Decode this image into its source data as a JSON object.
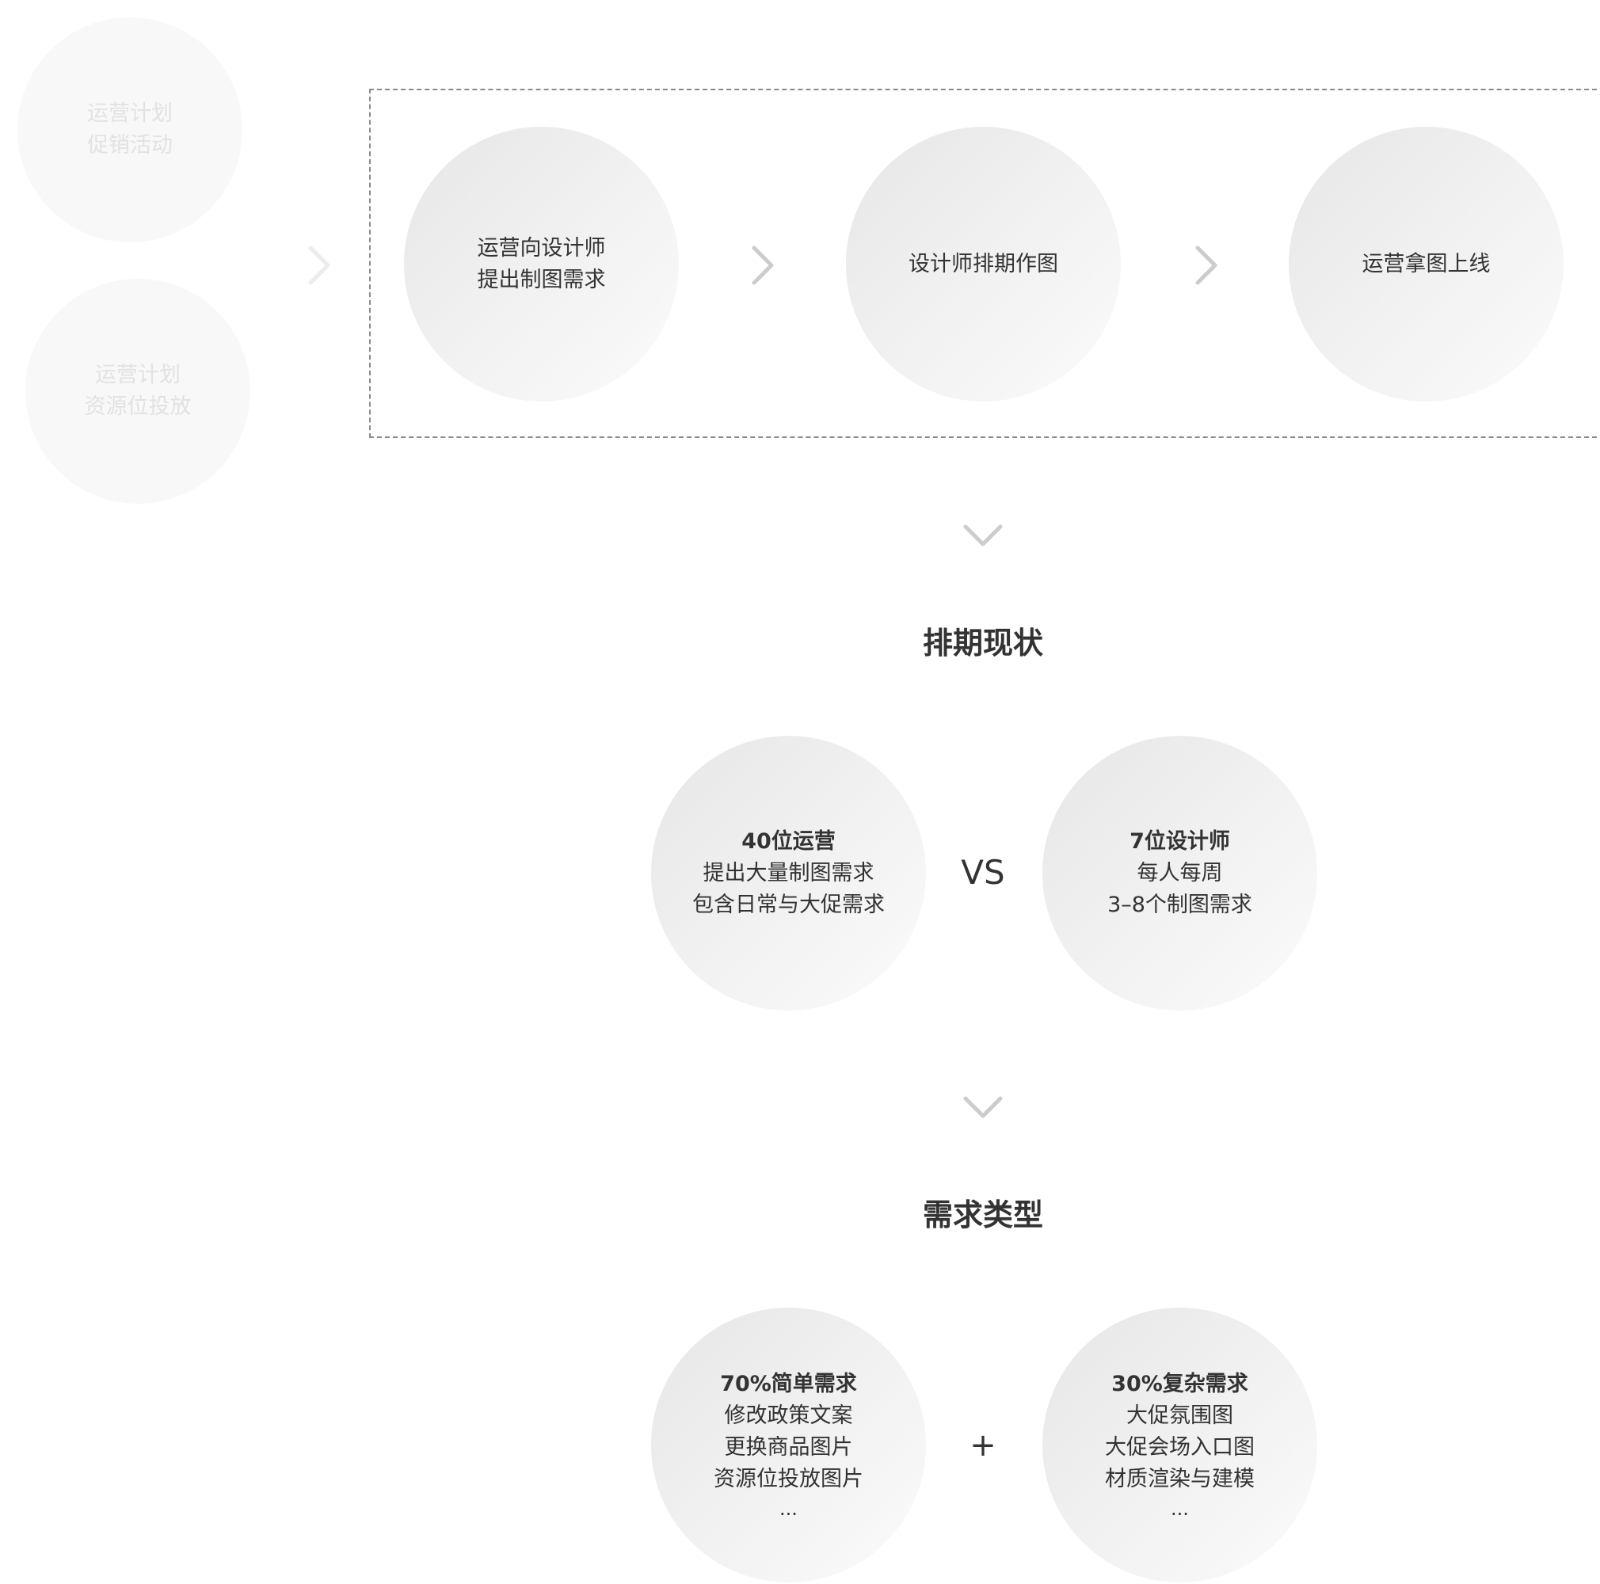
{
  "plans": [
    {
      "lines": [
        "运营计划",
        "促销活动"
      ]
    },
    {
      "lines": [
        "运营计划",
        "资源位投放"
      ]
    }
  ],
  "process": {
    "steps": [
      {
        "lines": [
          "运营向设计师",
          "提出制图需求"
        ]
      },
      {
        "lines": [
          "设计师排期作图"
        ]
      },
      {
        "lines": [
          "运营拿图上线"
        ]
      }
    ]
  },
  "sections": {
    "schedule": {
      "title": "排期现状",
      "operator": "VS",
      "left": {
        "title": "40位运营",
        "lines": [
          "提出大量制图需求",
          "包含日常与大促需求"
        ]
      },
      "right": {
        "title": "7位设计师",
        "lines": [
          "每人每周",
          "3–8个制图需求"
        ]
      }
    },
    "demand": {
      "title": "需求类型",
      "operator": "+",
      "left": {
        "title": "70%简单需求",
        "lines": [
          "修改政策文案",
          "更换商品图片",
          "资源位投放图片",
          "..."
        ]
      },
      "right": {
        "title": "30%复杂需求",
        "lines": [
          "大促氛围图",
          "大促会场入口图",
          "材质渲染与建模",
          "..."
        ]
      }
    }
  },
  "colors": {
    "text": "#333333",
    "faded_text": "#e2e2e2",
    "arrow": "#cccccc",
    "faded_arrow": "#ececec",
    "dashed_border": "#8a8a8a"
  },
  "icons": {
    "flow_arrow": "chevron-right-icon",
    "down_arrow": "chevron-down-icon"
  }
}
